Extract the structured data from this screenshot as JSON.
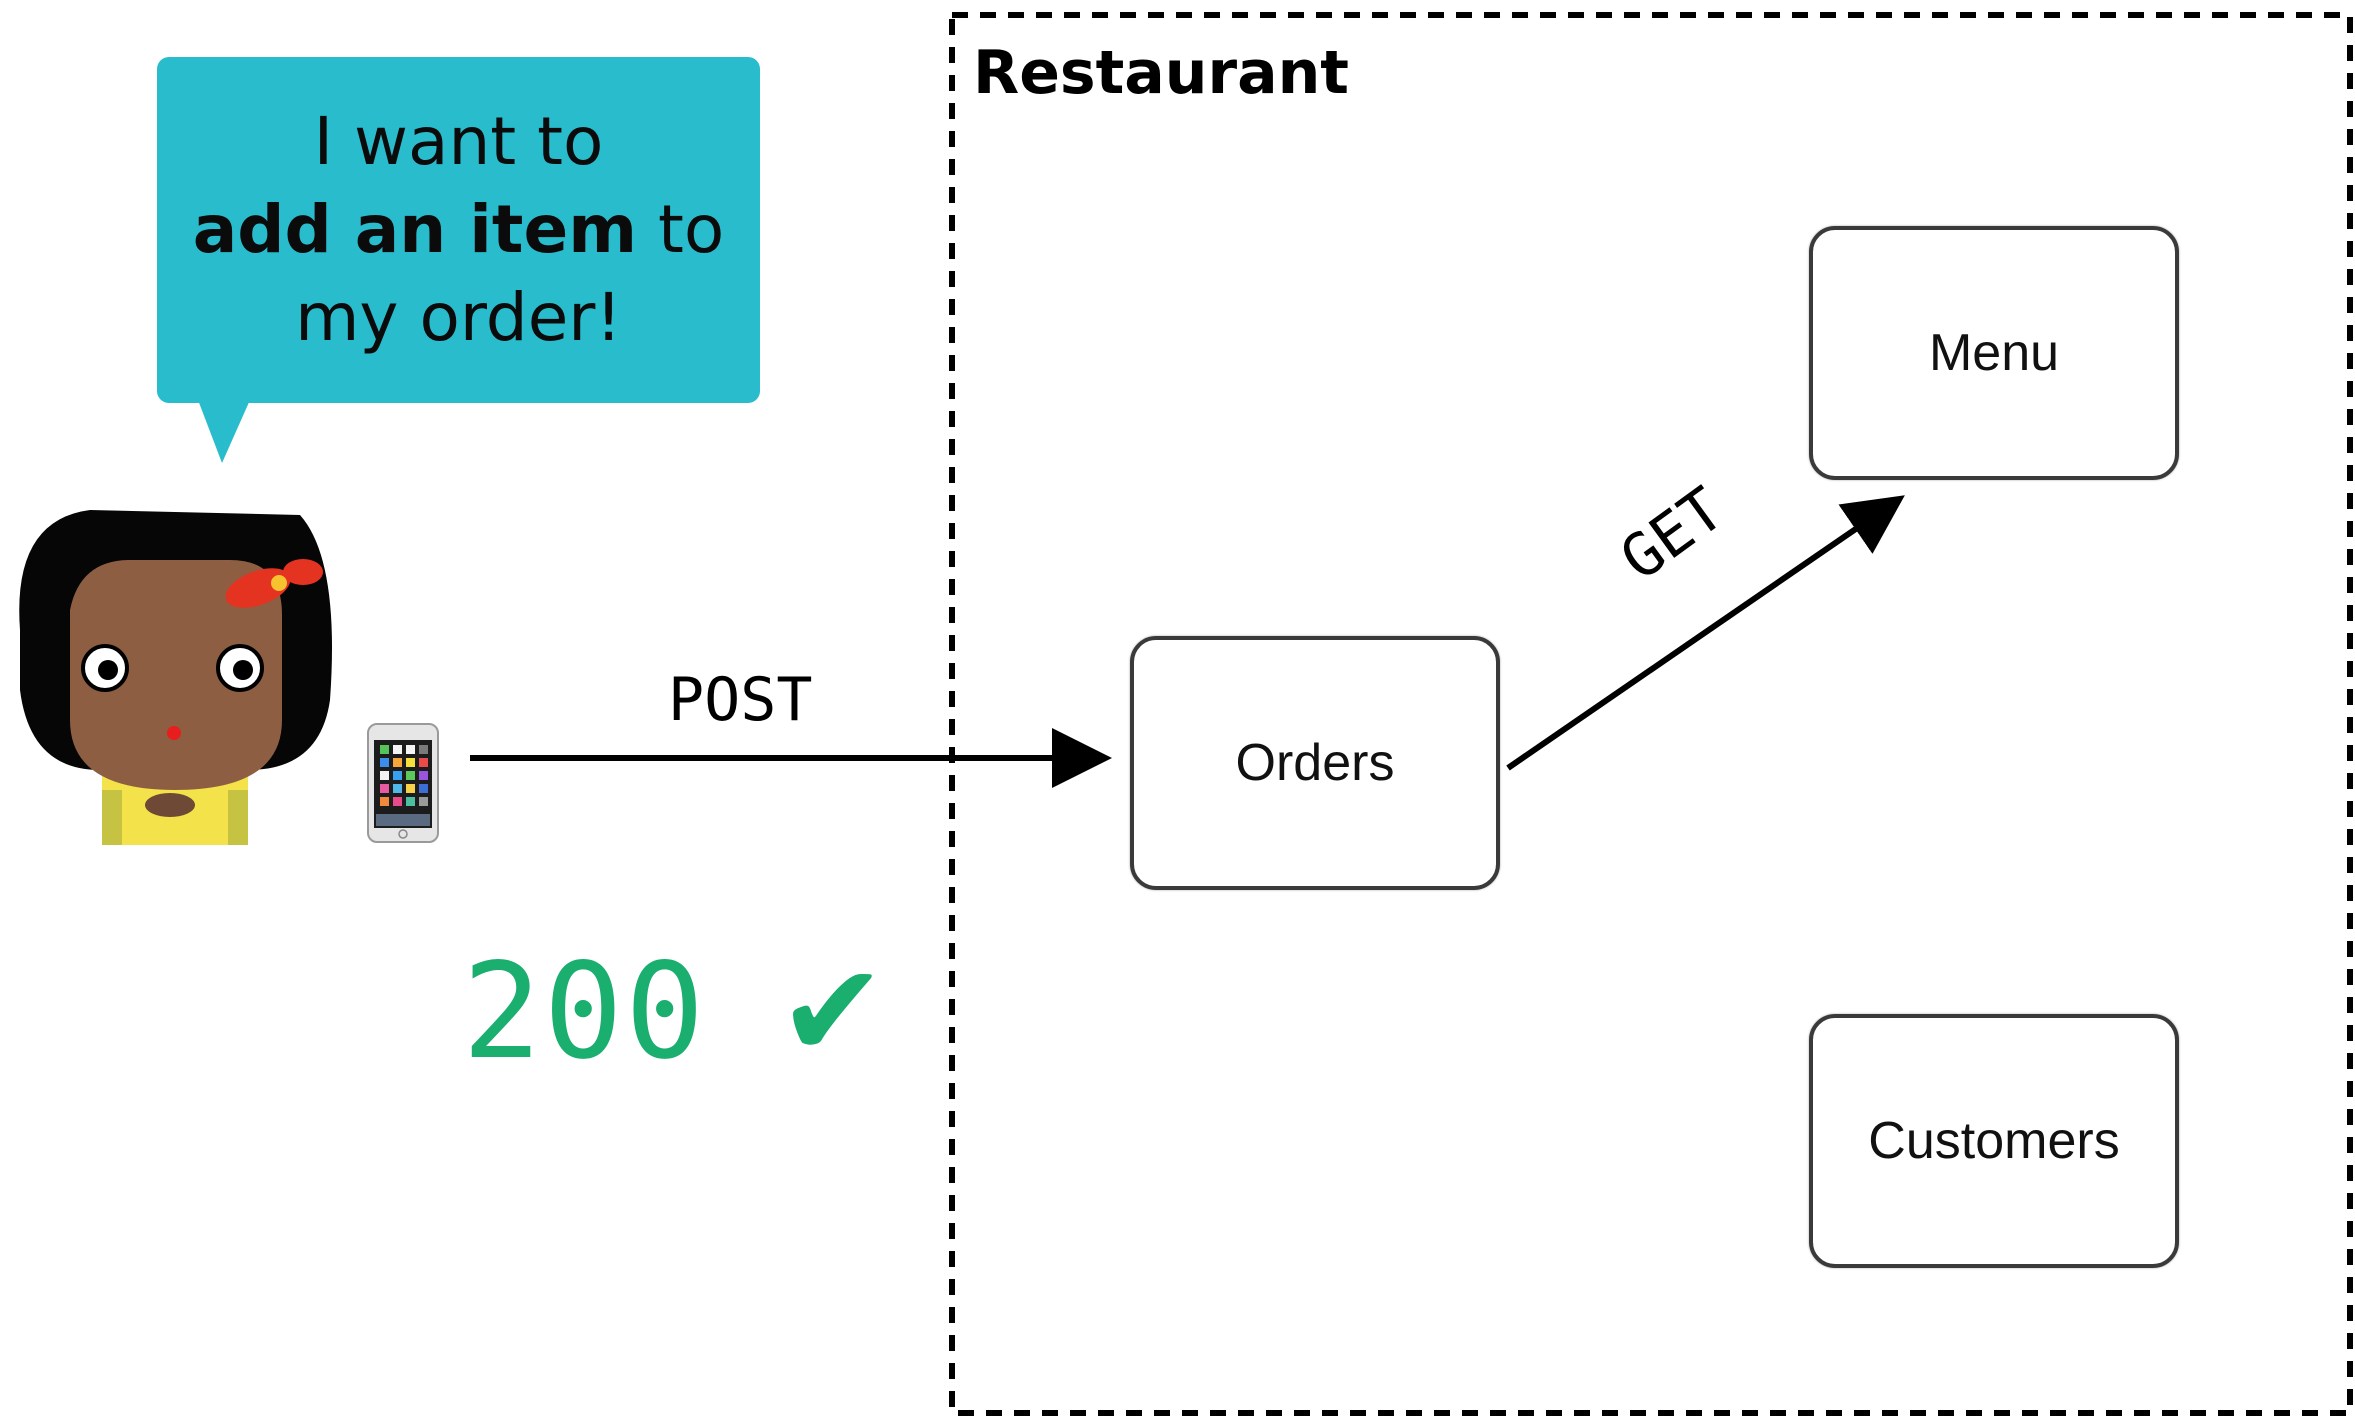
{
  "speech_bubble": {
    "line1": "I want to",
    "bold_text": "add an item",
    "line2_rest": " to",
    "line3": "my order!",
    "color": "#29bccd"
  },
  "boundary": {
    "label": "Restaurant"
  },
  "services": {
    "orders": "Orders",
    "menu": "Menu",
    "customers": "Customers"
  },
  "requests": {
    "client_to_orders": "POST",
    "orders_to_menu": "GET"
  },
  "response": {
    "status_code": "200",
    "check_mark": "✔",
    "color": "#1aae6f"
  },
  "icons": {
    "user": "user-avatar-icon",
    "phone": "smartphone-icon"
  }
}
